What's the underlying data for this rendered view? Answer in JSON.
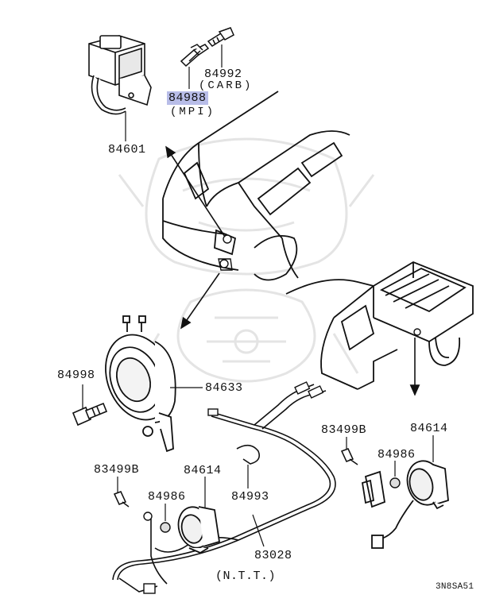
{
  "labels": {
    "p84992": "84992",
    "carb": "(CARB)",
    "p84988": "84988",
    "mpi": "(MPI)",
    "p84601": "84601",
    "p84998": "84998",
    "p84633": "84633",
    "p83499b_right": "83499B",
    "p84614_right": "84614",
    "p84986_right": "84986",
    "p83499b_left": "83499B",
    "p84614_left": "84614",
    "p84986_left": "84986",
    "p84993": "84993",
    "p83028": "83028",
    "ntt": "(N.T.T.)",
    "code": "3N8SA51"
  },
  "colors": {
    "highlight": "#b8bde8",
    "line": "#111111",
    "watermark": "#e6e6e6"
  }
}
